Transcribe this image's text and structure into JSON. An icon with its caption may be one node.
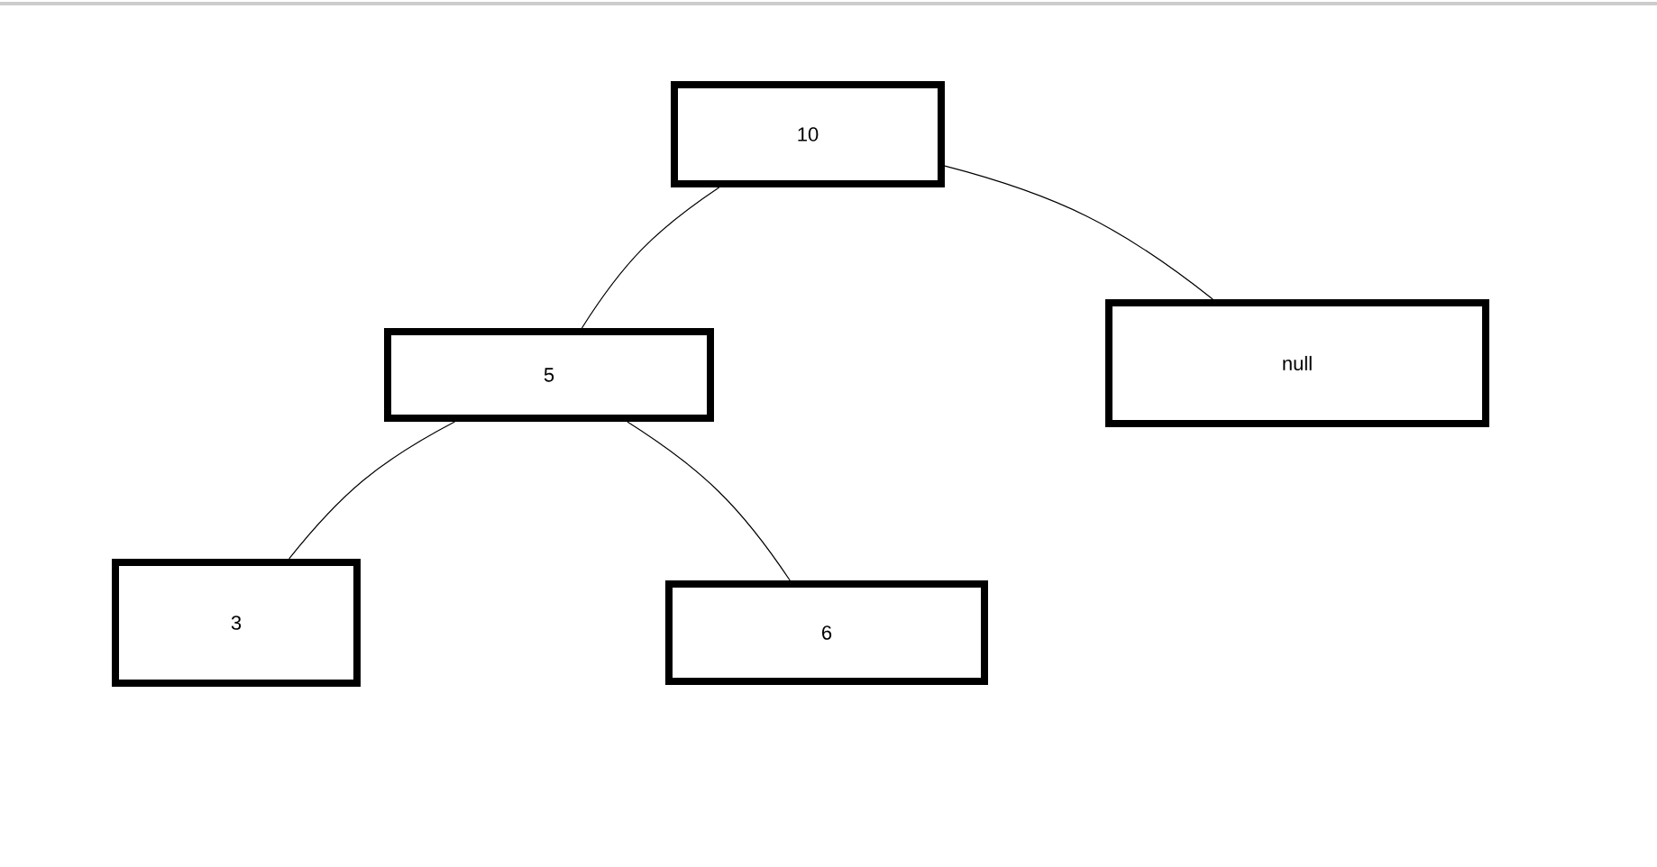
{
  "diagram": {
    "nodes": [
      {
        "text": [
          "10"
        ]
      },
      {
        "text": [
          "5"
        ]
      },
      {
        "text": [
          "null"
        ]
      },
      {
        "text": [
          "3"
        ]
      },
      {
        "text": [
          "6"
        ]
      }
    ],
    "edges": [
      {
        "from": 0,
        "to": 1,
        "arrow": "none"
      },
      {
        "from": 0,
        "to": 2,
        "arrow": "none"
      },
      {
        "from": 1,
        "to": 3,
        "arrow": "none"
      },
      {
        "from": 1,
        "to": 4,
        "arrow": "none"
      }
    ]
  }
}
